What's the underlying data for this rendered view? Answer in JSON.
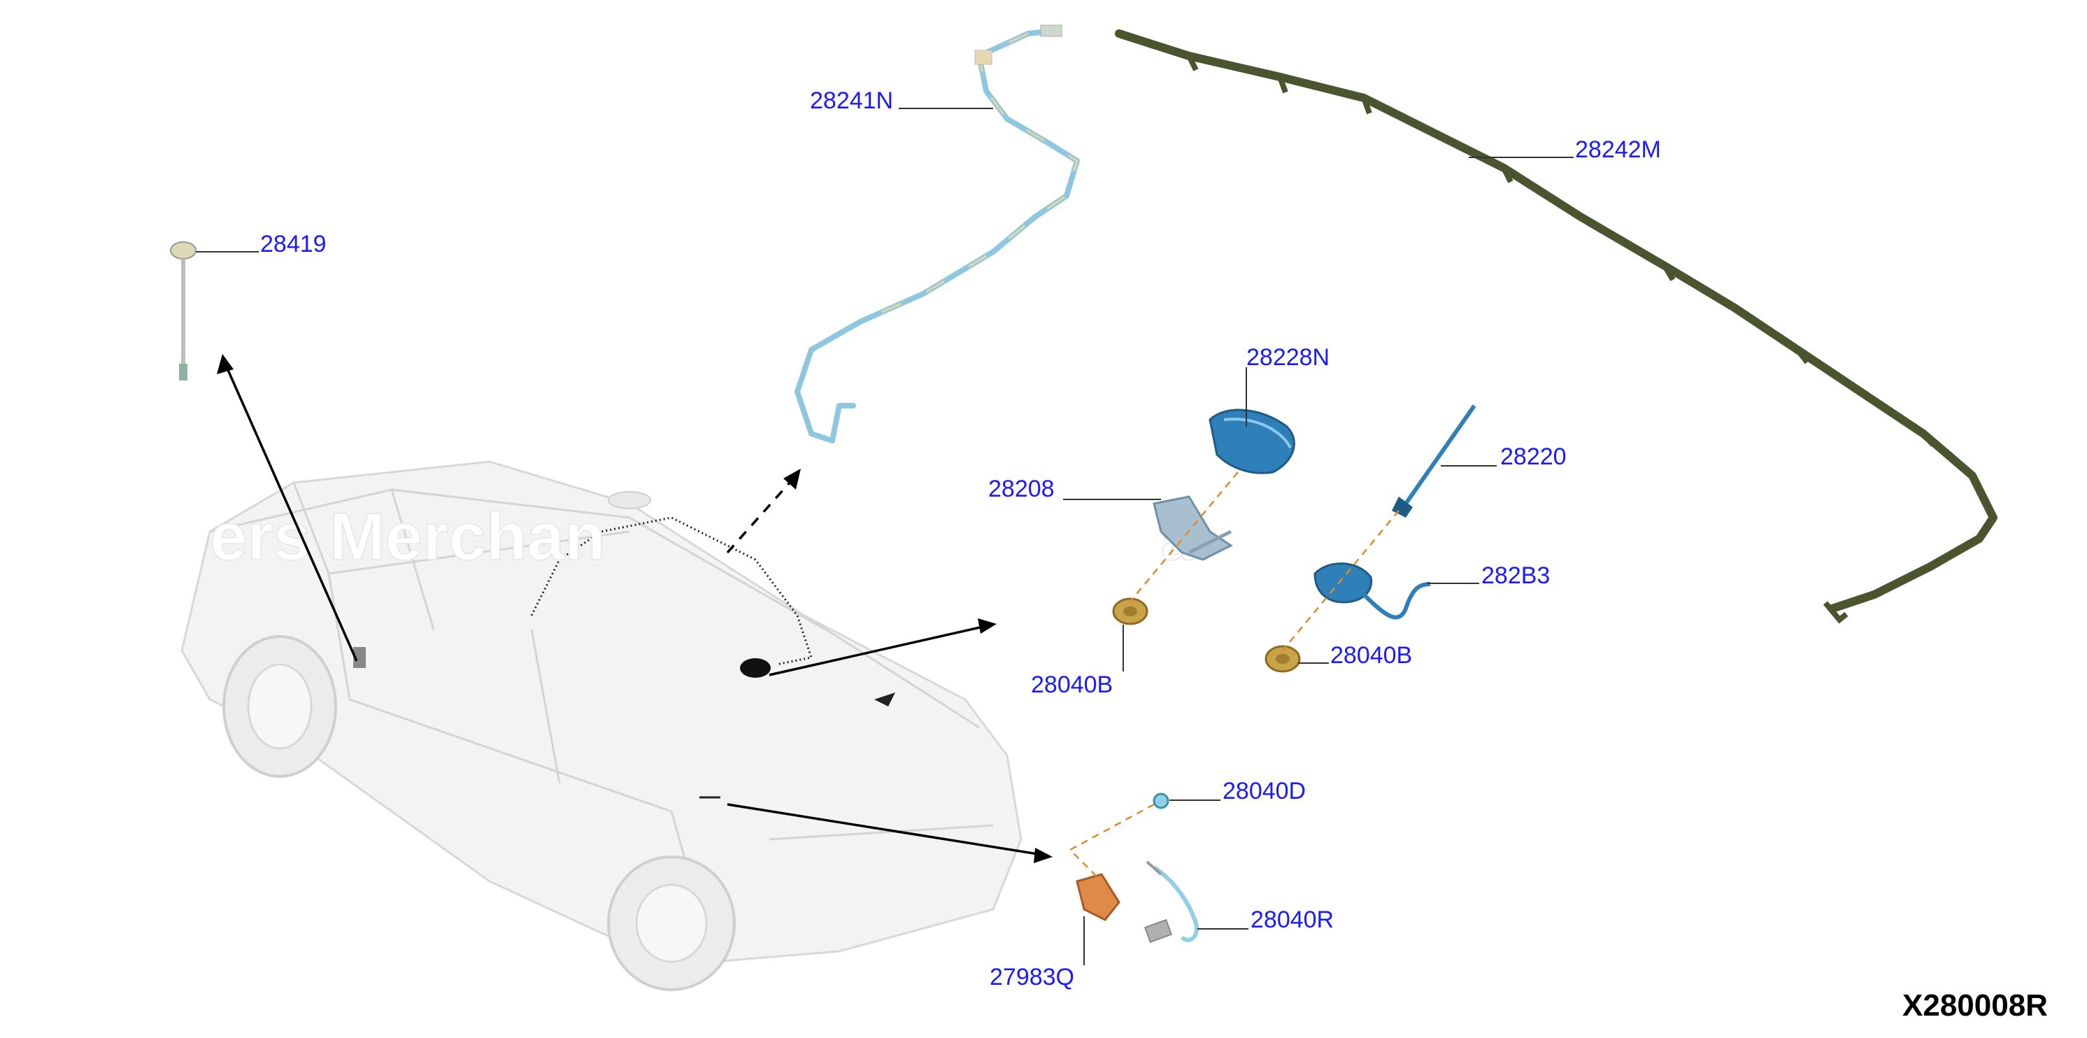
{
  "diagram_id": "X280008R",
  "watermark": "ers Merchan",
  "watermark_tail": "al",
  "callouts": {
    "p28419": "28419",
    "p28241N": "28241N",
    "p28242M": "28242M",
    "p28228N": "28228N",
    "p28208": "28208",
    "p28220": "28220",
    "p282B3": "282B3",
    "p28040B_left": "28040B",
    "p28040B_right": "28040B",
    "p28040D": "28040D",
    "p28040R": "28040R",
    "p27983Q": "27983Q"
  },
  "colors": {
    "callout_text": "#1a1aff",
    "harness_green": "#4a5530",
    "harness_blue": "#8fc7e0",
    "antenna_blue": "#2f7fb8",
    "mount_tan": "#c9a24a",
    "connector_orange": "#e08a4a"
  }
}
